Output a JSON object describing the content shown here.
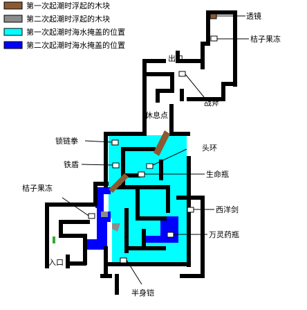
{
  "colors": {
    "wall": "#000000",
    "first_tide_block": "#8a5a33",
    "second_tide_block": "#8c8c8c",
    "first_tide_water": "#00ffff",
    "second_tide_water": "#0000ff",
    "item_marker": "#ffffff",
    "green_marker": "#33aa33"
  },
  "legend": [
    {
      "label": "第一次起潮时浮起的木块",
      "swatch": "brown-swatch"
    },
    {
      "label": "第二次起潮时浮起的木块",
      "swatch": "gray-swatch"
    },
    {
      "label": "第一次起潮时海水掩盖的位置",
      "swatch": "cyan-swatch"
    },
    {
      "label": "第二次起潮时海水掩盖的位置",
      "swatch": "blue-swatch"
    }
  ],
  "labels": {
    "lens": "透镜",
    "orange_jelly_top": "桔子果冻",
    "exit": "出口",
    "battle_axe": "战斧",
    "rest_point": "休息点",
    "chain_claw": "锁链拳",
    "headband": "头环",
    "iron_shield": "铁盾",
    "life_potion": "生命瓶",
    "orange_jelly_left": "桔子果冻",
    "western_sword": "西洋剑",
    "panacea": "万灵药瓶",
    "entrance": "入口",
    "half_armor": "半身铠"
  }
}
